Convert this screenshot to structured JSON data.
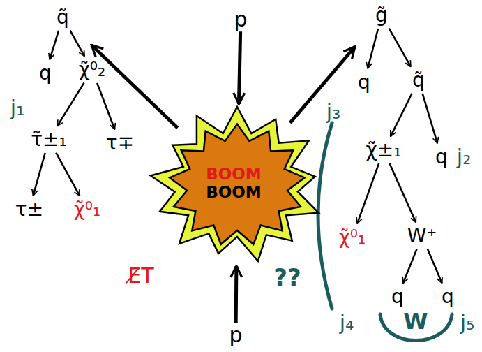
{
  "diagram": {
    "nodes": [
      {
        "text": [
          "p"
        ]
      },
      {
        "text": [
          "BOOM",
          "BOOM"
        ]
      },
      {
        "text": [
          "p"
        ]
      },
      {
        "text": [
          "q̃"
        ]
      },
      {
        "text": [
          "q"
        ]
      },
      {
        "text": [
          "χ̃⁰₂"
        ]
      },
      {
        "text": [
          "τ̃±₁"
        ]
      },
      {
        "text": [
          "τ∓"
        ]
      },
      {
        "text": [
          "τ±"
        ]
      },
      {
        "text": [
          "χ̃⁰₁"
        ]
      },
      {
        "text": [
          "g̃"
        ]
      },
      {
        "text": [
          "q"
        ]
      },
      {
        "text": [
          "q̃"
        ]
      },
      {
        "text": [
          "χ̃±₁"
        ]
      },
      {
        "text": [
          "q"
        ]
      },
      {
        "text": [
          "χ̃⁰₁"
        ]
      },
      {
        "text": [
          "W⁺"
        ]
      },
      {
        "text": [
          "q"
        ]
      },
      {
        "text": [
          "q"
        ]
      }
    ],
    "edges": [
      {
        "from": 0,
        "to": 1,
        "arrow": "to"
      },
      {
        "from": 2,
        "to": 1,
        "arrow": "to"
      },
      {
        "from": 1,
        "to": 3,
        "arrow": "to"
      },
      {
        "from": 1,
        "to": 10,
        "arrow": "to"
      },
      {
        "from": 3,
        "to": 4,
        "arrow": "to"
      },
      {
        "from": 3,
        "to": 5,
        "arrow": "to"
      },
      {
        "from": 5,
        "to": 6,
        "arrow": "to"
      },
      {
        "from": 5,
        "to": 7,
        "arrow": "to"
      },
      {
        "from": 6,
        "to": 8,
        "arrow": "to"
      },
      {
        "from": 6,
        "to": 9,
        "arrow": "to"
      },
      {
        "from": 10,
        "to": 11,
        "arrow": "to"
      },
      {
        "from": 10,
        "to": 12,
        "arrow": "to"
      },
      {
        "from": 12,
        "to": 13,
        "arrow": "to"
      },
      {
        "from": 12,
        "to": 14,
        "arrow": "to"
      },
      {
        "from": 13,
        "to": 15,
        "arrow": "to"
      },
      {
        "from": 13,
        "to": 16,
        "arrow": "to"
      },
      {
        "from": 16,
        "to": 17,
        "arrow": "to"
      },
      {
        "from": 16,
        "to": 18,
        "arrow": "to"
      }
    ],
    "labels": [
      "j₁",
      "j₃",
      "j₂",
      "??",
      "E̸T",
      "j₄",
      "W",
      "j₅"
    ]
  }
}
